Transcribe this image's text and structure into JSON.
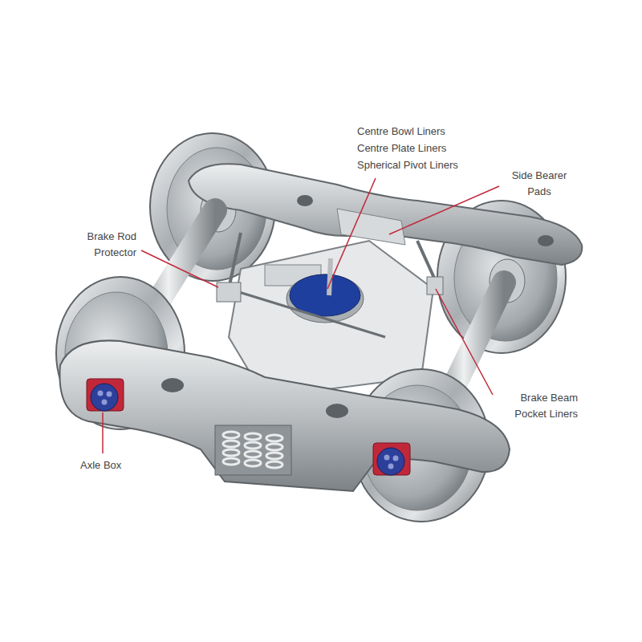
{
  "diagram": {
    "labels": [
      "Centre Bowl Liners",
      "Centre Plate Liners",
      "Spherical Pivot Liners",
      "Side Bearer Pads",
      "Brake Rod Protector",
      "Brake Beam Pocket Liners",
      "Axle Box"
    ]
  }
}
